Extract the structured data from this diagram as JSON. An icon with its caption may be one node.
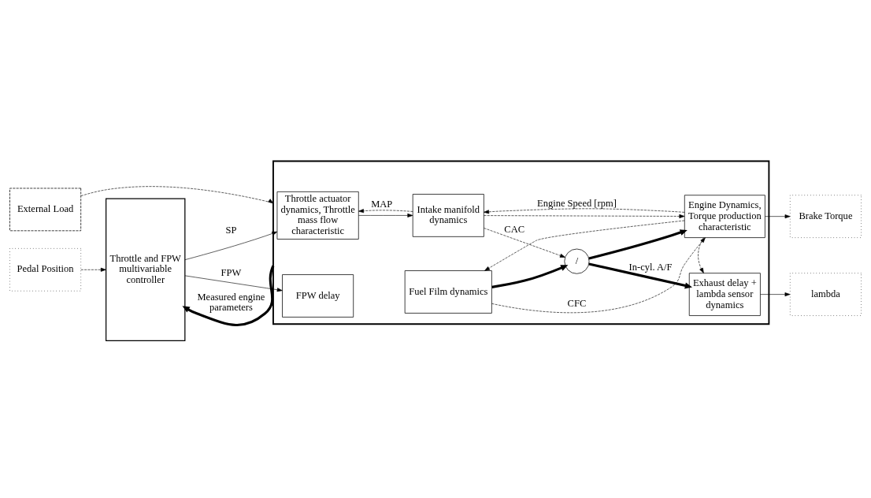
{
  "diagram": {
    "nodes": [
      {
        "text": [
          "Throttle and FPW multivariable controller"
        ]
      },
      {
        "text": [],
        "shape": "box"
      },
      {
        "text": [
          "Throttle actuator dynamics, Throttle mass flow characteristic"
        ],
        "in": 1
      },
      {
        "text": [
          "Intake manifold dynamics"
        ],
        "in": 1
      },
      {
        "text": [
          "/"
        ],
        "in": 1
      },
      {
        "text": [
          "Exhaust delay + lambda sensor dynamics"
        ],
        "in": 1
      },
      {
        "text": [
          "FPW delay"
        ],
        "in": 1
      },
      {
        "text": [
          "Fuel Film dynamics"
        ],
        "in": 1
      },
      {
        "text": [
          "Engine Dynamics, Torque production characteristic"
        ],
        "in": 1
      },
      {
        "text": [
          "lambda"
        ]
      },
      {
        "text": [
          "Brake Torque"
        ]
      },
      {
        "text": [
          "Pedal Position"
        ]
      },
      {
        "text": [
          "External Load"
        ]
      }
    ],
    "edges": [
      {
        "from": 1,
        "to": 0,
        "arrow": "to",
        "style": "thick",
        "label": "Measured engine parameters"
      },
      {
        "from": 0,
        "to": 2,
        "arrow": "to",
        "label": "SP"
      },
      {
        "from": 0,
        "to": 6,
        "arrow": "to",
        "label": "FPW"
      },
      {
        "from": 2,
        "to": 3,
        "arrow": "to"
      },
      {
        "from": 3,
        "to": 2,
        "arrow": "to",
        "style": "dashed",
        "label": "MAP"
      },
      {
        "from": 3,
        "to": 4,
        "arrow": "to",
        "style": "dashed",
        "label": "CAC"
      },
      {
        "from": 3,
        "to": 8,
        "arrow": "to",
        "style": "dashed"
      },
      {
        "from": 7,
        "to": 8,
        "arrow": "to",
        "style": "dashed",
        "label": "CFC"
      },
      {
        "from": 7,
        "to": 4,
        "arrow": "to",
        "style": "thick"
      },
      {
        "from": 4,
        "to": 5,
        "arrow": "to",
        "style": "thick",
        "label": "In-cyl. A/F"
      },
      {
        "from": 4,
        "to": 8,
        "arrow": "to",
        "style": "thick"
      },
      {
        "from": 8,
        "to": 3,
        "arrow": "to",
        "style": "dashed",
        "label": "Engine Speed [rpm]"
      },
      {
        "from": 8,
        "to": 7,
        "arrow": "to",
        "style": "dashed"
      },
      {
        "from": 8,
        "to": 5,
        "arrow": "to",
        "style": "dashed"
      },
      {
        "from": 5,
        "to": 9,
        "arrow": "to"
      },
      {
        "from": 8,
        "to": 10,
        "arrow": "to"
      },
      {
        "from": 11,
        "to": 0,
        "arrow": "to",
        "style": "dashed"
      },
      {
        "from": 12,
        "to": 1,
        "arrow": "to",
        "style": "dashed"
      }
    ]
  }
}
